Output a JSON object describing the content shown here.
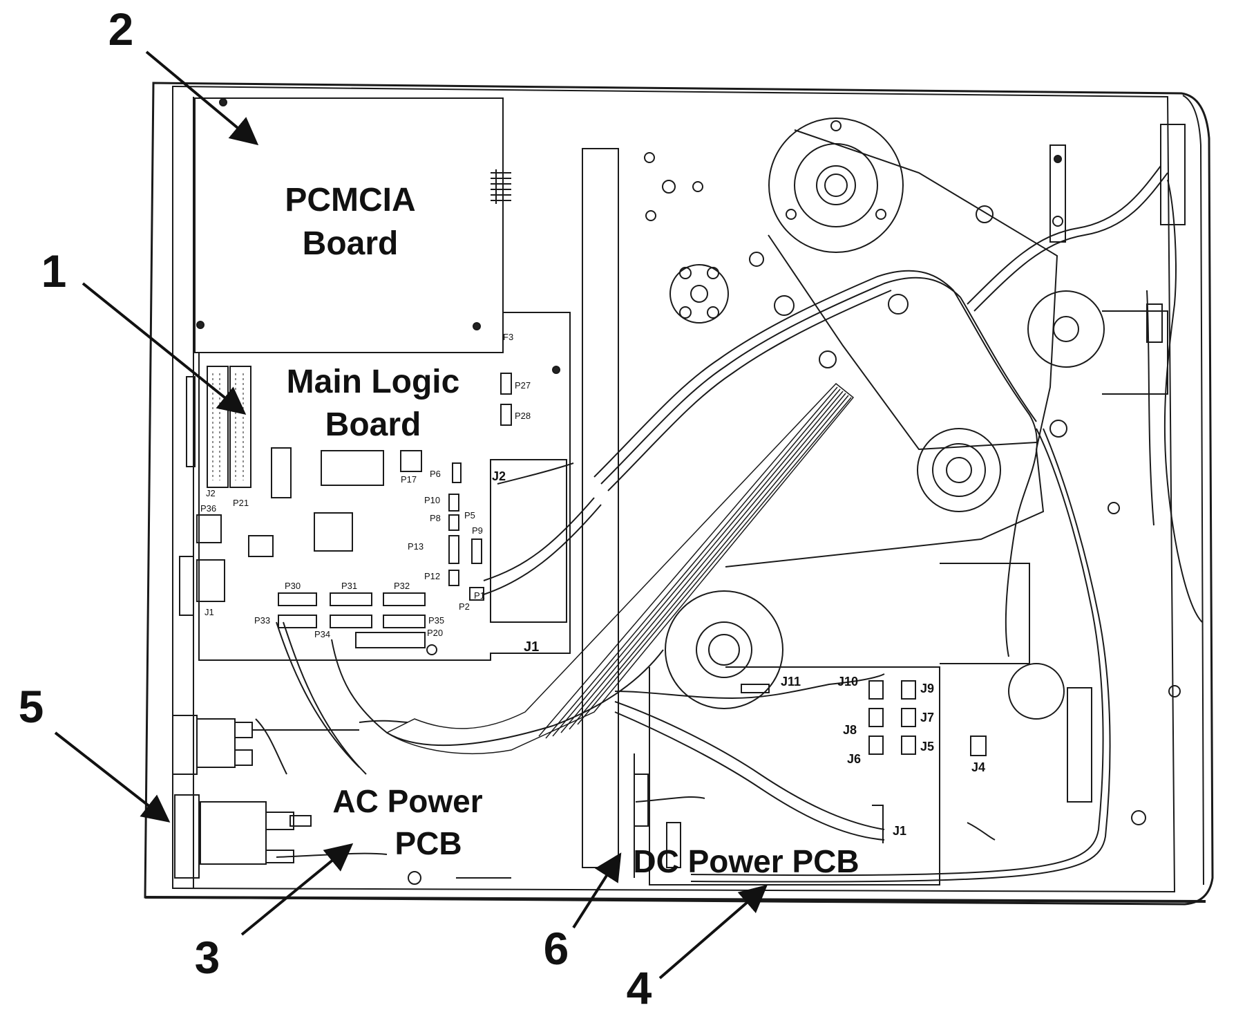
{
  "callouts": {
    "n1": "1",
    "n2": "2",
    "n3": "3",
    "n4": "4",
    "n5": "5",
    "n6": "6"
  },
  "boards": {
    "pcmcia_line1": "PCMCIA",
    "pcmcia_line2": "Board",
    "mlb_line1": "Main Logic",
    "mlb_line2": "Board",
    "ac_line1": "AC Power",
    "ac_line2": "PCB",
    "dc": "DC Power PCB"
  },
  "connectors": {
    "F3": "F3",
    "P27": "P27",
    "P28": "P28",
    "P6": "P6",
    "P17": "P17",
    "P10": "P10",
    "P5": "P5",
    "P8": "P8",
    "P9": "P9",
    "P13": "P13",
    "P12": "P12",
    "P1": "P1",
    "P2": "P2",
    "P30": "P30",
    "P31": "P31",
    "P32": "P32",
    "P33": "P33",
    "P34": "P34",
    "P35": "P35",
    "P20": "P20",
    "J2_left": "J2",
    "J2_mid": "J2",
    "P21": "P21",
    "P36": "P36",
    "J1_left": "J1",
    "J1_mid": "J1",
    "J11": "J11",
    "J10": "J10",
    "J9": "J9",
    "J8": "J8",
    "J7": "J7",
    "J6": "J6",
    "J5": "J5",
    "J4": "J4",
    "J1_dc": "J1"
  }
}
